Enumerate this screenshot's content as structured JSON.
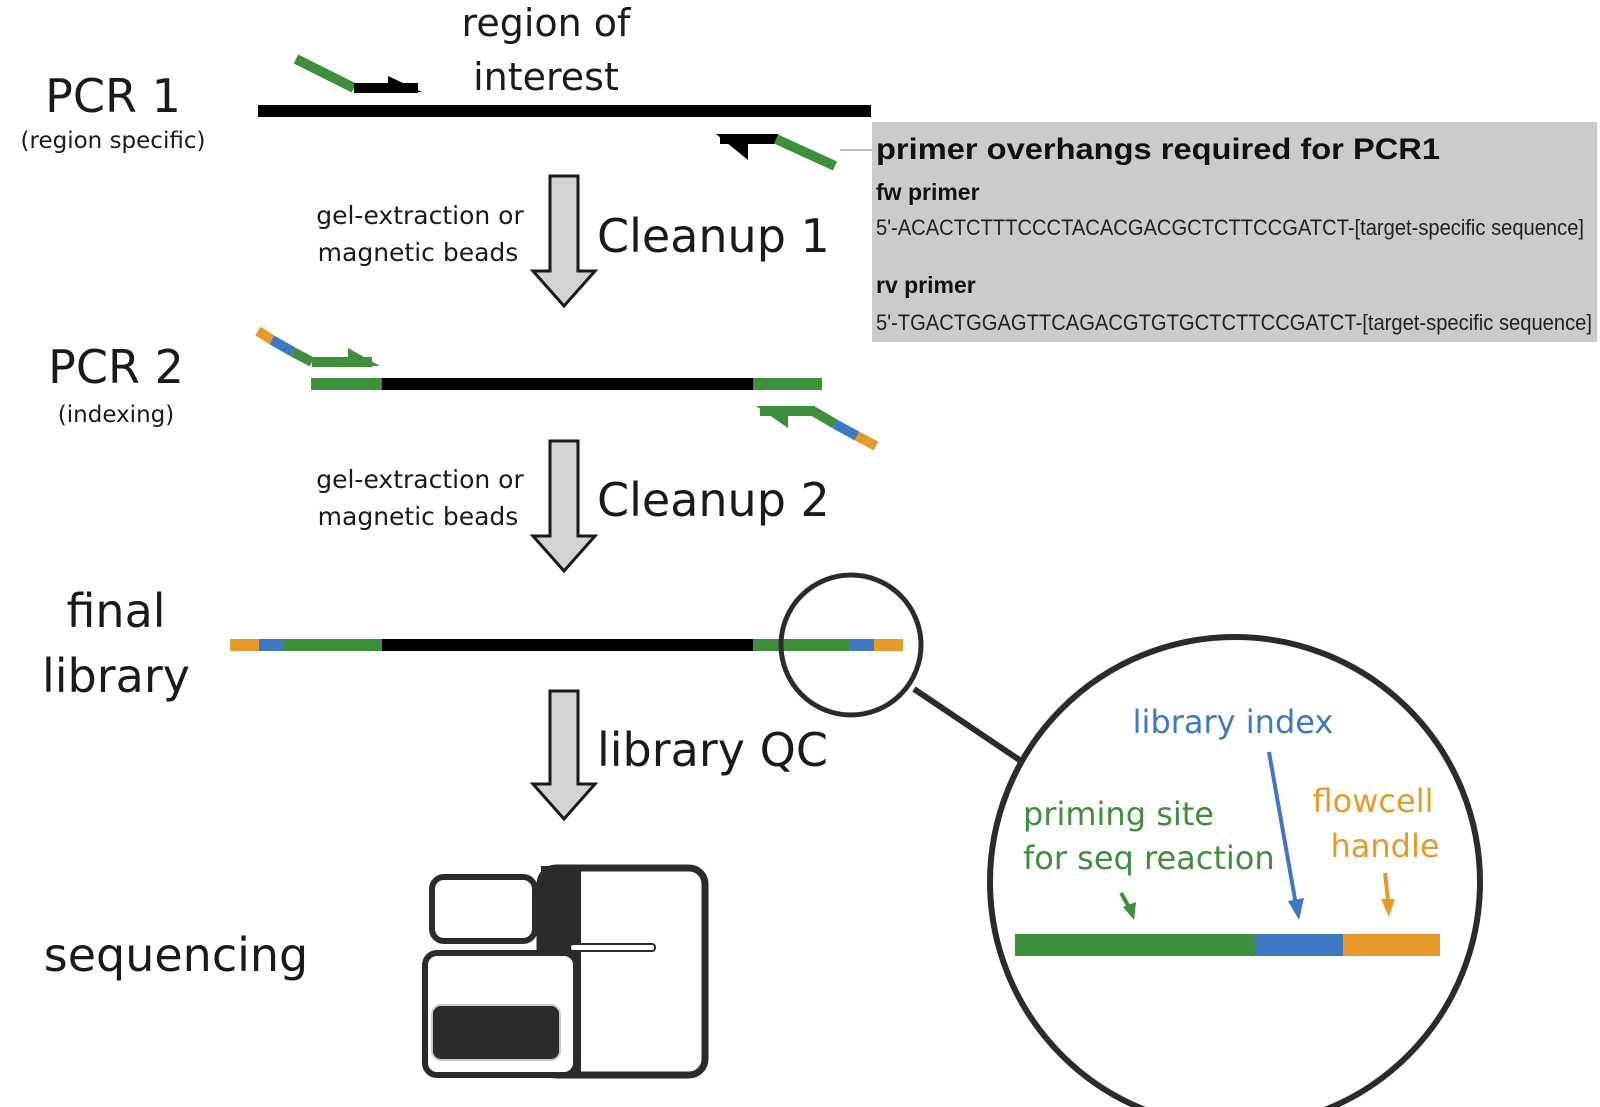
{
  "colors": {
    "insert": "#000000",
    "priming_site": "#3e8e3c",
    "library_index": "#3f78c2",
    "flowcell_handle": "#e69a2a",
    "arrow_fill": "#d3d3d3",
    "arrow_stroke": "#1a1a1a",
    "primer_box_bg": "#cbcbcb"
  },
  "steps": {
    "pcr1": {
      "title": "PCR 1",
      "subtitle": "(region specific)",
      "region_label_line1": "region of",
      "region_label_line2": "interest"
    },
    "cleanup1": {
      "method_line1": "gel-extraction or",
      "method_line2": "magnetic beads",
      "title": "Cleanup 1"
    },
    "pcr2": {
      "title": "PCR 2",
      "subtitle": "(indexing)"
    },
    "cleanup2": {
      "method_line1": "gel-extraction or",
      "method_line2": "magnetic beads",
      "title": "Cleanup 2"
    },
    "final": {
      "title_line1": "final",
      "title_line2": "library"
    },
    "qc": {
      "title": "library QC"
    },
    "sequencing": {
      "title": "sequencing"
    }
  },
  "primer_box": {
    "title": "primer overhangs required for PCR1",
    "fw_label": "fw primer",
    "fw_sequence": "5'-ACACTCTTTCCCTACACGACGCTCTTCCGATCT-[target-specific sequence]",
    "rv_label": "rv primer",
    "rv_sequence": "5'-TGACTGGAGTTCAGACGTGTGCTCTTCCGATCT-[target-specific sequence]"
  },
  "zoom_legend": {
    "library_index": "library index",
    "priming_line1": "priming site",
    "priming_line2": "for seq reaction",
    "flowcell_line1": "flowcell",
    "flowcell_line2": "handle"
  }
}
